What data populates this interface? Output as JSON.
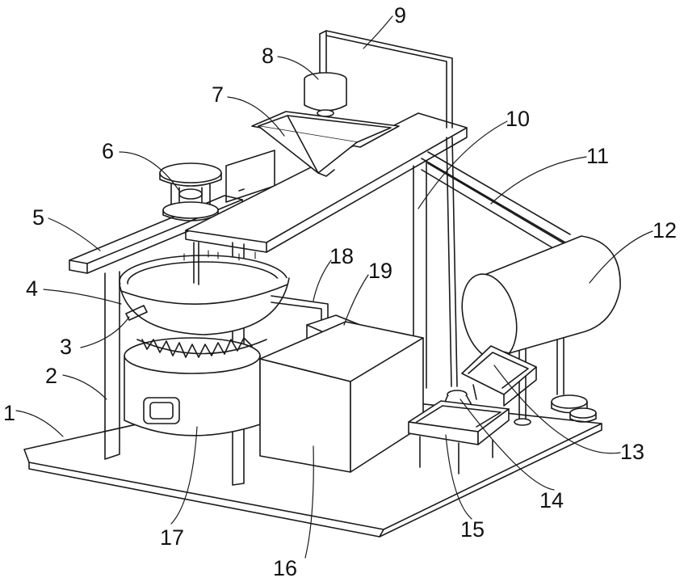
{
  "labels": {
    "l1": "1",
    "l2": "2",
    "l3": "3",
    "l4": "4",
    "l5": "5",
    "l6": "6",
    "l7": "7",
    "l8": "8",
    "l9": "9",
    "l10": "10",
    "l11": "11",
    "l12": "12",
    "l13": "13",
    "l14": "14",
    "l15": "15",
    "l16": "16",
    "l17": "17",
    "l18": "18",
    "l19": "19"
  },
  "colors": {
    "line": "#1a1a1a",
    "background": "#ffffff"
  }
}
